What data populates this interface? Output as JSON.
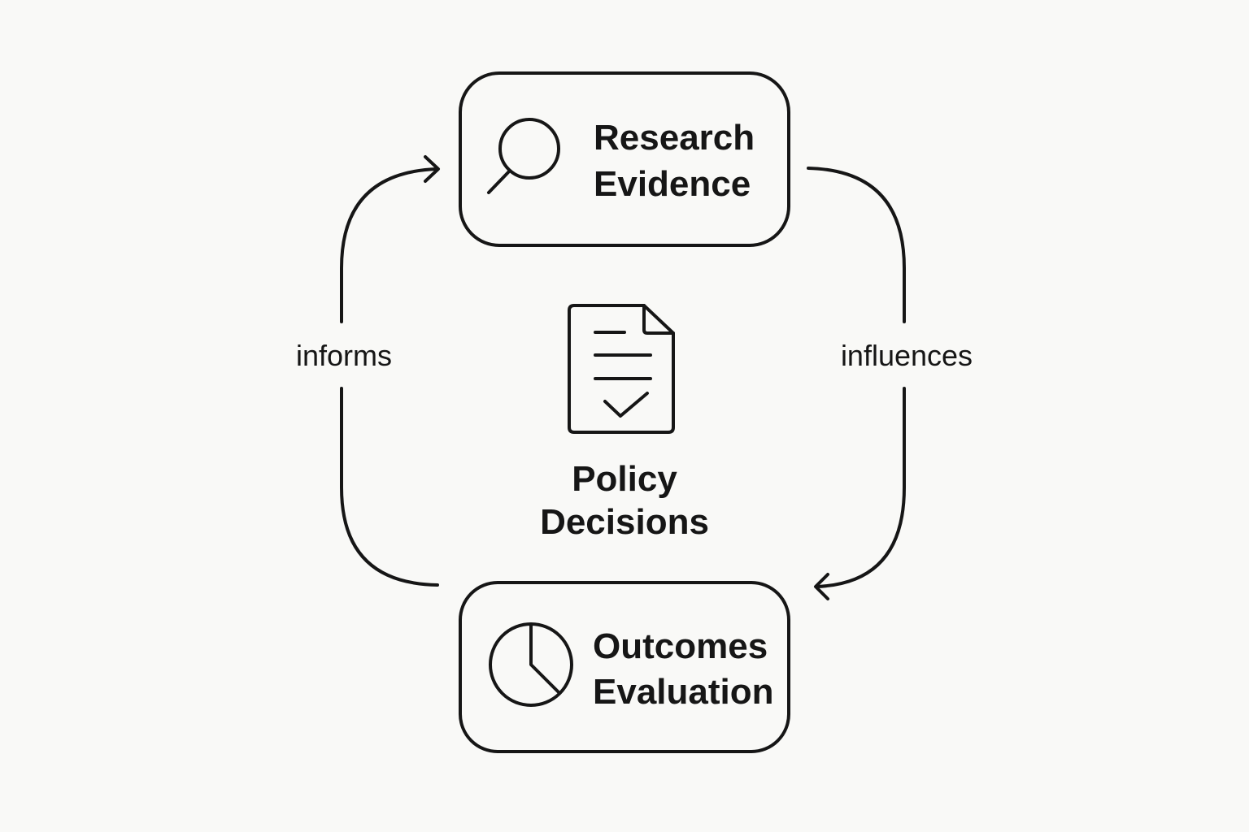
{
  "nodes": {
    "research": {
      "line1": "Research",
      "line2": "Evidence",
      "icon": "magnifier-icon"
    },
    "outcomes": {
      "line1": "Outcomes",
      "line2": "Evaluation",
      "icon": "pie-chart-icon"
    },
    "policy": {
      "line1": "Policy",
      "line2": "Decisions",
      "icon": "document-check-icon"
    }
  },
  "edges": {
    "left": {
      "label": "informs"
    },
    "right": {
      "label": "influences"
    }
  },
  "colors": {
    "stroke": "#161616",
    "background": "#f9f9f7"
  }
}
